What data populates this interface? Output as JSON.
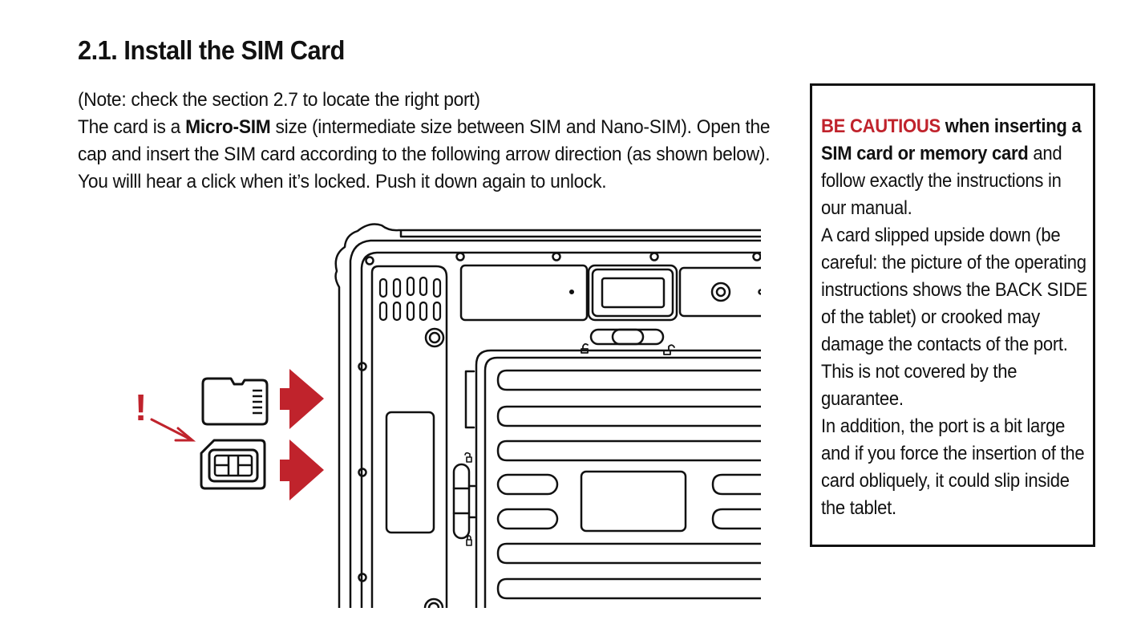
{
  "section": {
    "title": "2.1. Install the SIM Card"
  },
  "intro": {
    "note": "(Note: check the section 2.7 to locate the right port)",
    "text_before_bold": "The card is a ",
    "bold_term": "Micro-SIM",
    "text_after_bold": " size (intermediate size between SIM and Nano-SIM). Open the cap and insert the SIM card according to the following arrow direction (as shown below). You willl hear a click when it’s locked. Push it down again to unlock."
  },
  "caution": {
    "highlight": "BE CAUTIOUS",
    "bold_lead": " when inserting a SIM card or memory card",
    "text_1": " and follow exactly the instructions in our manual.",
    "text_2": "A card slipped upside down (be careful: the picture of the operating instructions shows the BACK SIDE of the tablet) or crooked may damage the contacts of the port. This is not covered by the guarantee.",
    "text_3": "In addition, the port is a bit large and if you force the insertion of the card obliquely, it could slip inside the tablet."
  },
  "illustration": {
    "warning_mark": "!",
    "accent_color": "#c0232c",
    "icons": [
      "microsd-card-icon",
      "micro-sim-card-icon",
      "insert-arrow-icon",
      "tablet-back-icon"
    ]
  }
}
